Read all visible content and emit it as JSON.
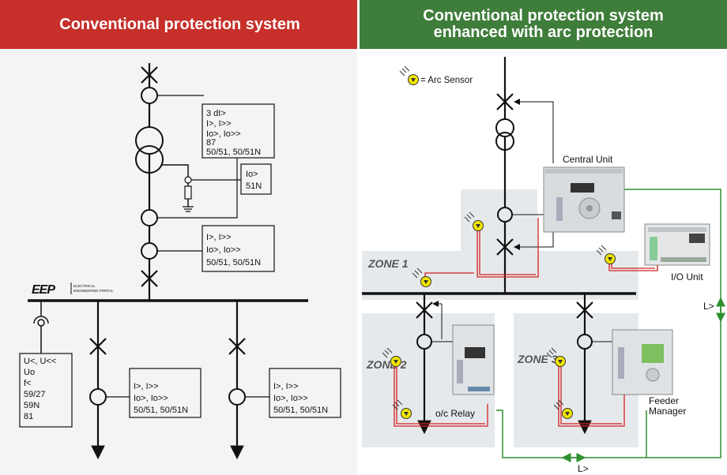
{
  "headers": {
    "left": "Conventional protection system",
    "right_line1": "Conventional protection system",
    "right_line2": "enhanced with arc protection"
  },
  "logo": {
    "mark": "EEP",
    "line1": "ELECTRICAL",
    "line2": "ENGINEERING PORTAL"
  },
  "left": {
    "relay_87": [
      "3 dI>",
      "I>, I>>",
      "Io>, Io>>",
      "87",
      "50/51, 50/51N"
    ],
    "relay_51n": [
      "Io>",
      "51N"
    ],
    "relay_incomer": [
      "I>, I>>",
      "Io>, Io>>",
      "50/51, 50/51N"
    ],
    "relay_voltage": [
      "U<, U<<",
      "Uo",
      "f<",
      "59/27",
      "59N",
      "81"
    ],
    "relay_feeder1": [
      "I>, I>>",
      "Io>, Io>>",
      "50/51, 50/51N"
    ],
    "relay_feeder2": [
      "I>, I>>",
      "Io>, Io>>",
      "50/51, 50/51N"
    ]
  },
  "right": {
    "legend": "= Arc Sensor",
    "central_unit": "Central Unit",
    "io_unit": "I/O Unit",
    "oc_relay": "o/c Relay",
    "feeder_manager_1": "Feeder",
    "feeder_manager_2": "Manager",
    "zone1": "ZONE 1",
    "zone2": "ZONE 2",
    "zone3": "ZONE 3",
    "lgt_right": "L>",
    "lgt_bottom": "L>"
  },
  "colors": {
    "left_header": "#c62f2a",
    "right_header": "#3f7d3a",
    "sensor_wire": "#d42020",
    "light_link": "#2f8f2f",
    "sensor": "#f2e600",
    "zone_fill": "#e6e9ec"
  }
}
